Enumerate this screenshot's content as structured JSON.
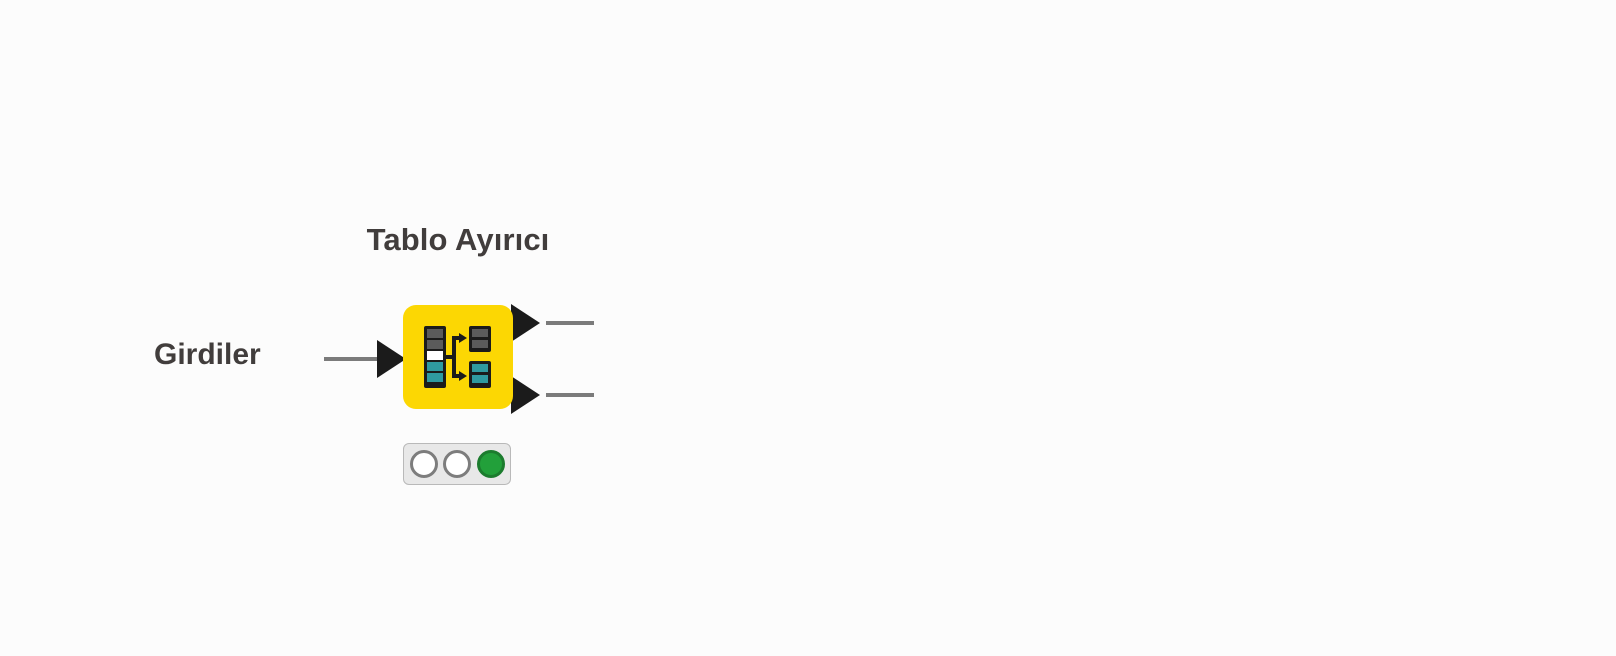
{
  "node": {
    "title": "Tablo Ayırıcı",
    "input_label": "Girdiler",
    "body_color": "#fcd703",
    "title_color": "#413d3c",
    "icon": {
      "name": "table-splitter-icon",
      "description": "table split into two output tables",
      "row_gray": "#5b5b5b",
      "row_teal": "#2f9aa0",
      "row_white": "#ffffff",
      "outline": "#1b1b1b"
    },
    "ports": {
      "input": [
        {
          "name": "input-port-1",
          "type": "table",
          "color": "#1b1b1b"
        }
      ],
      "output": [
        {
          "name": "output-port-1",
          "type": "table",
          "color": "#1b1b1b"
        },
        {
          "name": "output-port-2",
          "type": "table",
          "color": "#1b1b1b"
        }
      ],
      "line_color": "#7b7b7b"
    },
    "status": {
      "name": "node-status-traffic-light",
      "state": "executed",
      "leds": [
        {
          "name": "status-led-idle",
          "lit": false,
          "color": "#ffffff"
        },
        {
          "name": "status-led-configured",
          "lit": false,
          "color": "#ffffff"
        },
        {
          "name": "status-led-executed",
          "lit": true,
          "color": "#22a03a"
        }
      ],
      "background": "#e8e8e8",
      "border": "#b9b9b9"
    }
  },
  "canvas": {
    "background": "#fcfcfc"
  }
}
